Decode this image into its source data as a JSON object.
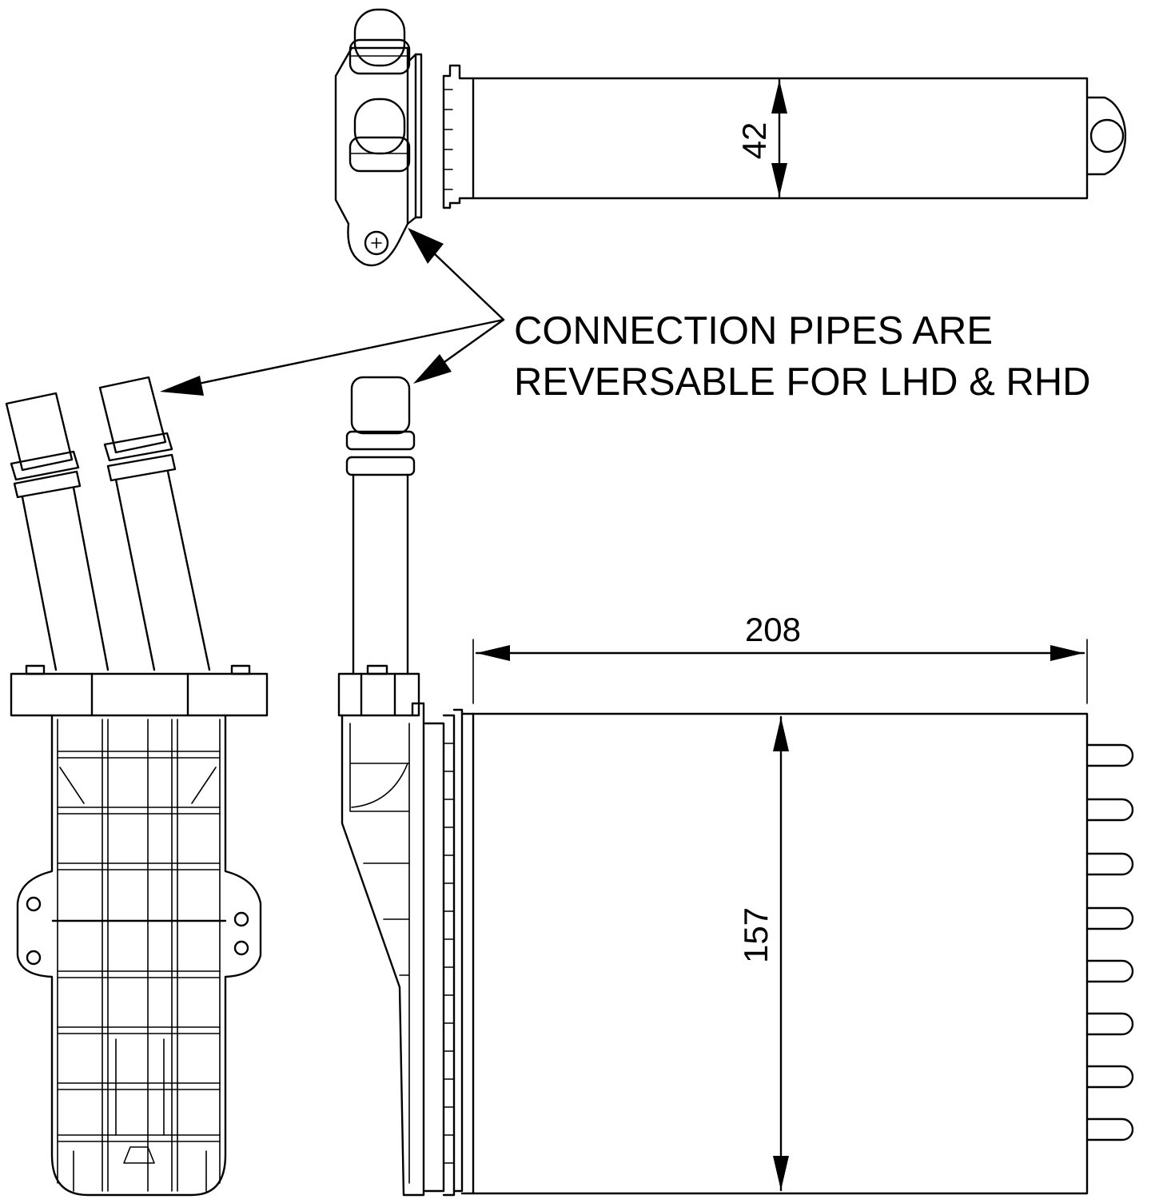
{
  "annotation": {
    "line1": "CONNECTION PIPES ARE",
    "line2": "REVERSABLE FOR LHD & RHD"
  },
  "dimensions": {
    "height_top_view": "42",
    "width": "208",
    "height": "157"
  },
  "colors": {
    "line": "#000000",
    "background": "#ffffff"
  }
}
